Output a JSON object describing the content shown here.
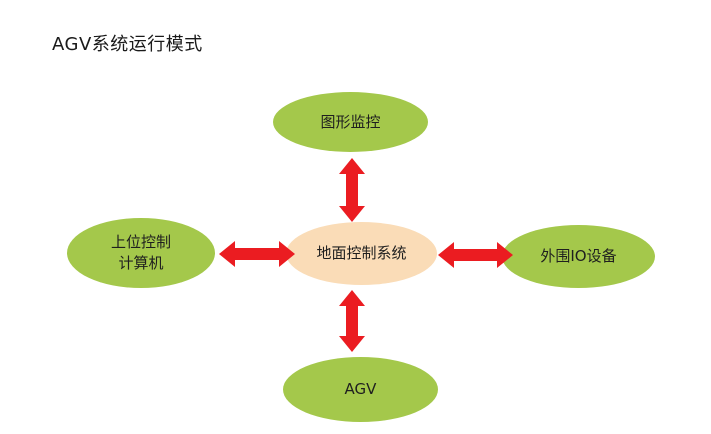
{
  "title": "AGV系统运行模式",
  "colors": {
    "background": "#FFFFFF",
    "node_green": "#A4C84B",
    "node_center": "#FADCB7",
    "arrow_red": "#EB1C21",
    "title_text": "#1A1A1A",
    "node_text": "#1F1F1F"
  },
  "diagram": {
    "center": {
      "label": "地面控制系统"
    },
    "top": {
      "label": "图形监控"
    },
    "left": {
      "line1": "上位控制",
      "line2": "计算机"
    },
    "right": {
      "label": "外围IO设备"
    },
    "bottom": {
      "label": "AGV"
    },
    "connections": [
      {
        "from": "地面控制系统",
        "to": "图形监控",
        "type": "bidirectional"
      },
      {
        "from": "地面控制系统",
        "to": "上位控制计算机",
        "type": "bidirectional"
      },
      {
        "from": "地面控制系统",
        "to": "外围IO设备",
        "type": "bidirectional"
      },
      {
        "from": "地面控制系统",
        "to": "AGV",
        "type": "bidirectional"
      }
    ]
  }
}
